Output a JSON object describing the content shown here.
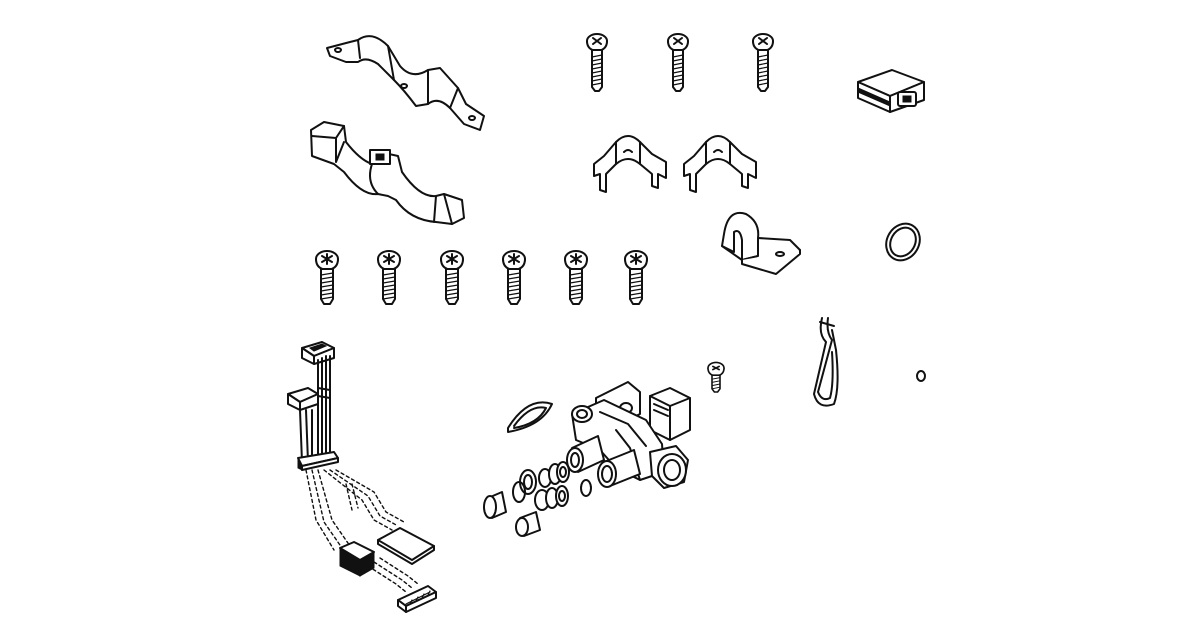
{
  "diagram": {
    "line_color": "#111111",
    "background": "#ffffff",
    "parts": [
      {
        "icon": "pipe-clamp-top-icon"
      },
      {
        "icon": "pipe-clamp-bottom-icon"
      },
      {
        "icon": "long-screw-icon",
        "count": 3
      },
      {
        "icon": "short-screw-icon",
        "count": 6
      },
      {
        "icon": "pipe-clip-icon",
        "count": 2
      },
      {
        "icon": "p-clamp-bracket-icon"
      },
      {
        "icon": "connector-block-icon"
      },
      {
        "icon": "large-o-ring-icon"
      },
      {
        "icon": "small-o-ring-icon"
      },
      {
        "icon": "hairpin-clip-icon"
      },
      {
        "icon": "small-screw-icon"
      },
      {
        "icon": "wiring-harness-icon"
      },
      {
        "icon": "solenoid-valve-assembly-icon"
      },
      {
        "icon": "gasket-icon"
      },
      {
        "icon": "fitting-set-icon"
      }
    ]
  }
}
